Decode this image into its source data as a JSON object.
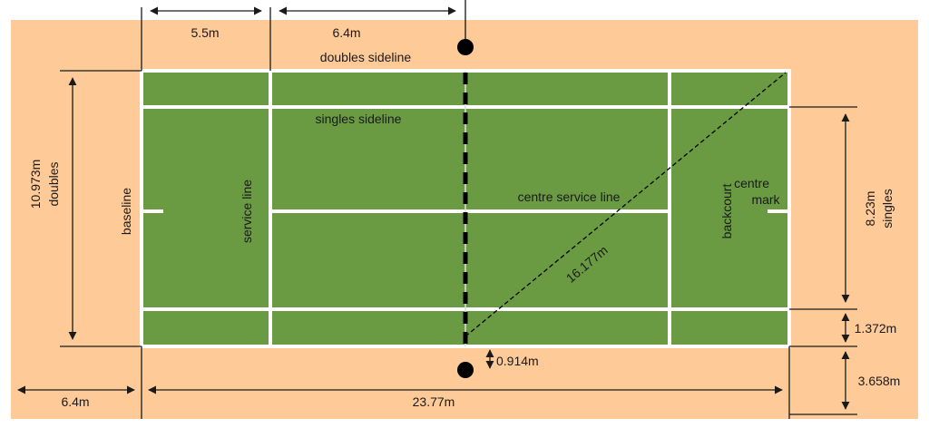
{
  "colors": {
    "surround": "#fecb98",
    "court": "#6a9a42",
    "line": "#ffffff",
    "ink": "#1a1a1a"
  },
  "labels": {
    "doubles_sideline": "doubles sideline",
    "singles_sideline": "singles sideline",
    "baseline": "baseline",
    "service_line": "service line",
    "centre_service_line": "centre service line",
    "backcourt": "backcourt",
    "centre_mark_1": "centre",
    "centre_mark_2": "mark",
    "diagonal": "16.177m"
  },
  "dimensions": {
    "top_left": "5.5m",
    "top_right": "6.4m",
    "doubles_width_1": "10.973m",
    "doubles_width_2": "doubles",
    "singles_width_1": "8.23m",
    "singles_width_2": "singles",
    "alley_width": "1.372m",
    "net_post_offset": "0.914m",
    "side_runoff": "3.658m",
    "back_runoff": "6.4m",
    "court_length": "23.77m"
  }
}
